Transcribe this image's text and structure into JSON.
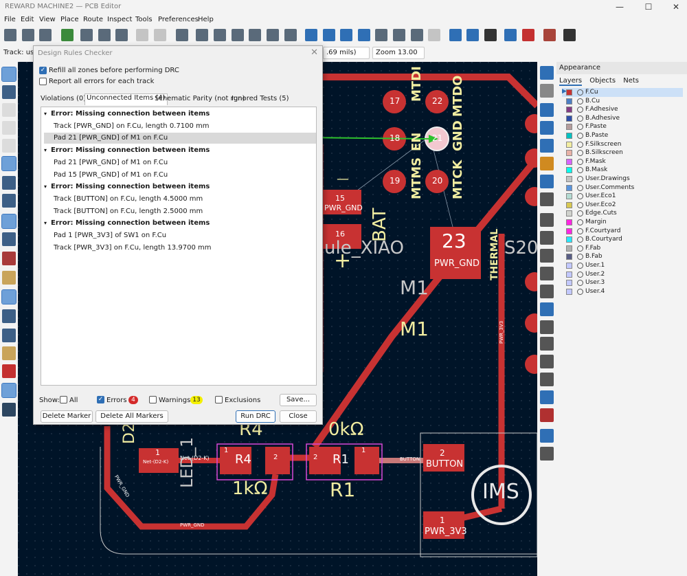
{
  "window": {
    "title": "REWARD MACHINE2 — PCB Editor",
    "min": "—",
    "max": "☐",
    "close": "✕"
  },
  "menu": [
    "File",
    "Edit",
    "View",
    "Place",
    "Route",
    "Inspect",
    "Tools",
    "Preferences",
    "Help"
  ],
  "aux": {
    "track_label": "Track: use n",
    "track_value": ".69 mils)",
    "zoom": "Zoom 13.00"
  },
  "drc": {
    "title": "Design Rules Checker",
    "refill_zones": "Refill all zones before performing DRC",
    "report_all": "Report all errors for each track",
    "tabs": [
      "Violations (0)",
      "Unconnected Items (4)",
      "Schematic Parity (not run)",
      "Ignored Tests (5)"
    ],
    "active_tab": 1,
    "rows": [
      {
        "kind": "error",
        "text": "Error: Missing connection between items"
      },
      {
        "kind": "item",
        "text": "Track [PWR_GND] on F.Cu, length 0.7100 mm"
      },
      {
        "kind": "item",
        "text": "Pad 21 [PWR_GND] of M1 on F.Cu",
        "selected": true
      },
      {
        "kind": "error",
        "text": "Error: Missing connection between items"
      },
      {
        "kind": "item",
        "text": "Pad 21 [PWR_GND] of M1 on F.Cu"
      },
      {
        "kind": "item",
        "text": "Pad 15 [PWR_GND] of M1 on F.Cu"
      },
      {
        "kind": "error",
        "text": "Error: Missing connection between items"
      },
      {
        "kind": "item",
        "text": "Track [BUTTON] on F.Cu, length 4.5000 mm"
      },
      {
        "kind": "item",
        "text": "Track [BUTTON] on F.Cu, length 2.5000 mm"
      },
      {
        "kind": "error",
        "text": "Error: Missing connection between items"
      },
      {
        "kind": "item",
        "text": "Pad 1 [PWR_3V3] of SW1 on F.Cu"
      },
      {
        "kind": "item",
        "text": "Track [PWR_3V3] on F.Cu, length 13.9700 mm"
      }
    ],
    "show_label": "Show:",
    "filters": {
      "all": "All",
      "errors": "Errors",
      "errors_count": "4",
      "warnings": "Warnings",
      "warnings_count": "13",
      "exclusions": "Exclusions"
    },
    "buttons": {
      "save": "Save...",
      "delete_marker": "Delete Marker",
      "delete_all": "Delete All Markers",
      "run": "Run DRC",
      "close": "Close"
    }
  },
  "appearance": {
    "title": "Appearance",
    "tabs": [
      "Layers",
      "Objects",
      "Nets"
    ],
    "layers": [
      {
        "name": "F.Cu",
        "color": "#c83232",
        "selected": true
      },
      {
        "name": "B.Cu",
        "color": "#4d7fc4"
      },
      {
        "name": "F.Adhesive",
        "color": "#843c84"
      },
      {
        "name": "B.Adhesive",
        "color": "#2f4fa8"
      },
      {
        "name": "F.Paste",
        "color": "#b49c9c"
      },
      {
        "name": "B.Paste",
        "color": "#00c2c2"
      },
      {
        "name": "F.Silkscreen",
        "color": "#f2eda1"
      },
      {
        "name": "B.Silkscreen",
        "color": "#e8b2a7"
      },
      {
        "name": "F.Mask",
        "color": "#d864ff"
      },
      {
        "name": "B.Mask",
        "color": "#02ffee"
      },
      {
        "name": "User.Drawings",
        "color": "#c2c2c2"
      },
      {
        "name": "User.Comments",
        "color": "#5994dc"
      },
      {
        "name": "User.Eco1",
        "color": "#b4dbd2"
      },
      {
        "name": "User.Eco2",
        "color": "#d8c852"
      },
      {
        "name": "Edge.Cuts",
        "color": "#d0d2cd"
      },
      {
        "name": "Margin",
        "color": "#ff26e2"
      },
      {
        "name": "F.Courtyard",
        "color": "#ff26e2"
      },
      {
        "name": "B.Courtyard",
        "color": "#26e9ff"
      },
      {
        "name": "F.Fab",
        "color": "#afafaf"
      },
      {
        "name": "B.Fab",
        "color": "#585d84"
      },
      {
        "name": "User.1",
        "color": "#c2c8ff"
      },
      {
        "name": "User.2",
        "color": "#c2c8ff"
      },
      {
        "name": "User.3",
        "color": "#c2c8ff"
      },
      {
        "name": "User.4",
        "color": "#c2c8ff"
      }
    ]
  },
  "board": {
    "pads": {
      "p17": "17",
      "p22": "22",
      "p18": "18",
      "p21": "21",
      "p19": "19",
      "p20": "20",
      "p15": "15",
      "p16": "16",
      "p23": "23",
      "d1": "1",
      "r4_1": "1",
      "r4_2": "2",
      "r1_2": "2",
      "r1_1": "1",
      "sw_2": "2",
      "sw_1": "1"
    },
    "labels": {
      "mtdi": "MTDI",
      "mtdo": "MTDO",
      "en": "EN",
      "gnd": "GND",
      "mtms": "MTMS",
      "mtck": "MTCK",
      "bat": "BAT",
      "plus": "+",
      "minus": "—",
      "pwr_gnd": "PWR_GND",
      "xiao": "ule_XIAO",
      "xiao2": "S20",
      "m1": "M1",
      "thermal": "THERMAL",
      "r4": "R4",
      "r4_val": "1kΩ",
      "r1": "R1",
      "r1_val": "0kΩ",
      "button": "BUTTON",
      "pwr_3v3": "PWR_3V3",
      "sw": "IMS",
      "led": "LED_1",
      "d2": "D2",
      "net_d2k": "Net-(D2-K)",
      "pwr_3v3_small": "PWR_3V3",
      "pwr_gnd_small": "PWR_GND",
      "button_small": "BUTTON"
    }
  }
}
